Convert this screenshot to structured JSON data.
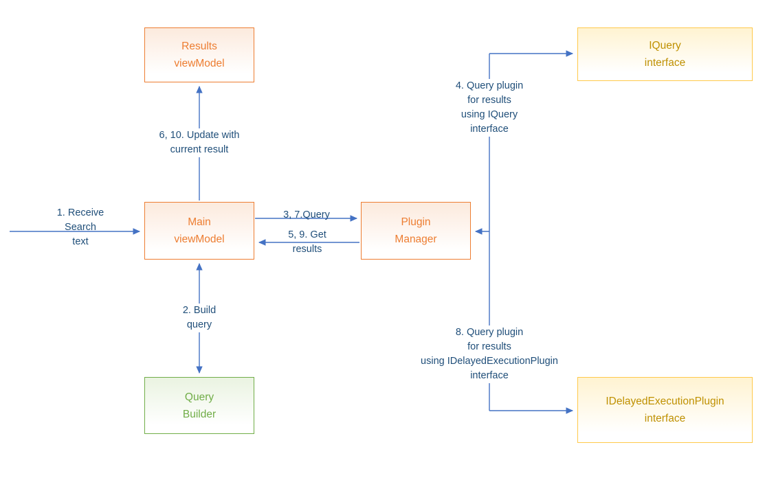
{
  "colors": {
    "arrow": "#4472C4",
    "label-text": "#1F4E79",
    "orange": "#ED7D31",
    "orange-fill": "#FCEADD",
    "gold": "#FFC94A",
    "gold-text": "#BF9000",
    "gold-fill": "#FFF3D1",
    "green": "#70AD47",
    "green-fill": "#EAF3E1"
  },
  "nodes": {
    "results_viewmodel": {
      "line1": "Results",
      "line2": "viewModel"
    },
    "iquery_interface": {
      "line1": "IQuery",
      "line2": "interface"
    },
    "main_viewmodel": {
      "line1": "Main",
      "line2": "viewModel"
    },
    "plugin_manager": {
      "line1": "Plugin",
      "line2": "Manager"
    },
    "query_builder": {
      "line1": "Query",
      "line2": "Builder"
    },
    "idelayedexecutionplugin_interface": {
      "line1": "IDelayedExecutionPlugin",
      "line2": "interface"
    }
  },
  "edge_labels": {
    "receive_search": {
      "line1": "1. Receive",
      "line2": "Search",
      "line3": "text"
    },
    "update_with_current_result": {
      "line1": "6, 10. Update with",
      "line2": "current result"
    },
    "query": {
      "line1": "3, 7.Query"
    },
    "get_results": {
      "line1": "5, 9. Get",
      "line2": "results"
    },
    "build_query": {
      "line1": "2. Build",
      "line2": "query"
    },
    "query_plugin_iquery": {
      "line1": "4. Query plugin",
      "line2": "for results",
      "line3": "using IQuery",
      "line4": "interface"
    },
    "query_plugin_idelayed": {
      "line1": "8. Query plugin",
      "line2": "for results",
      "line3": "using IDelayedExecutionPlugin",
      "line4": "interface"
    }
  }
}
